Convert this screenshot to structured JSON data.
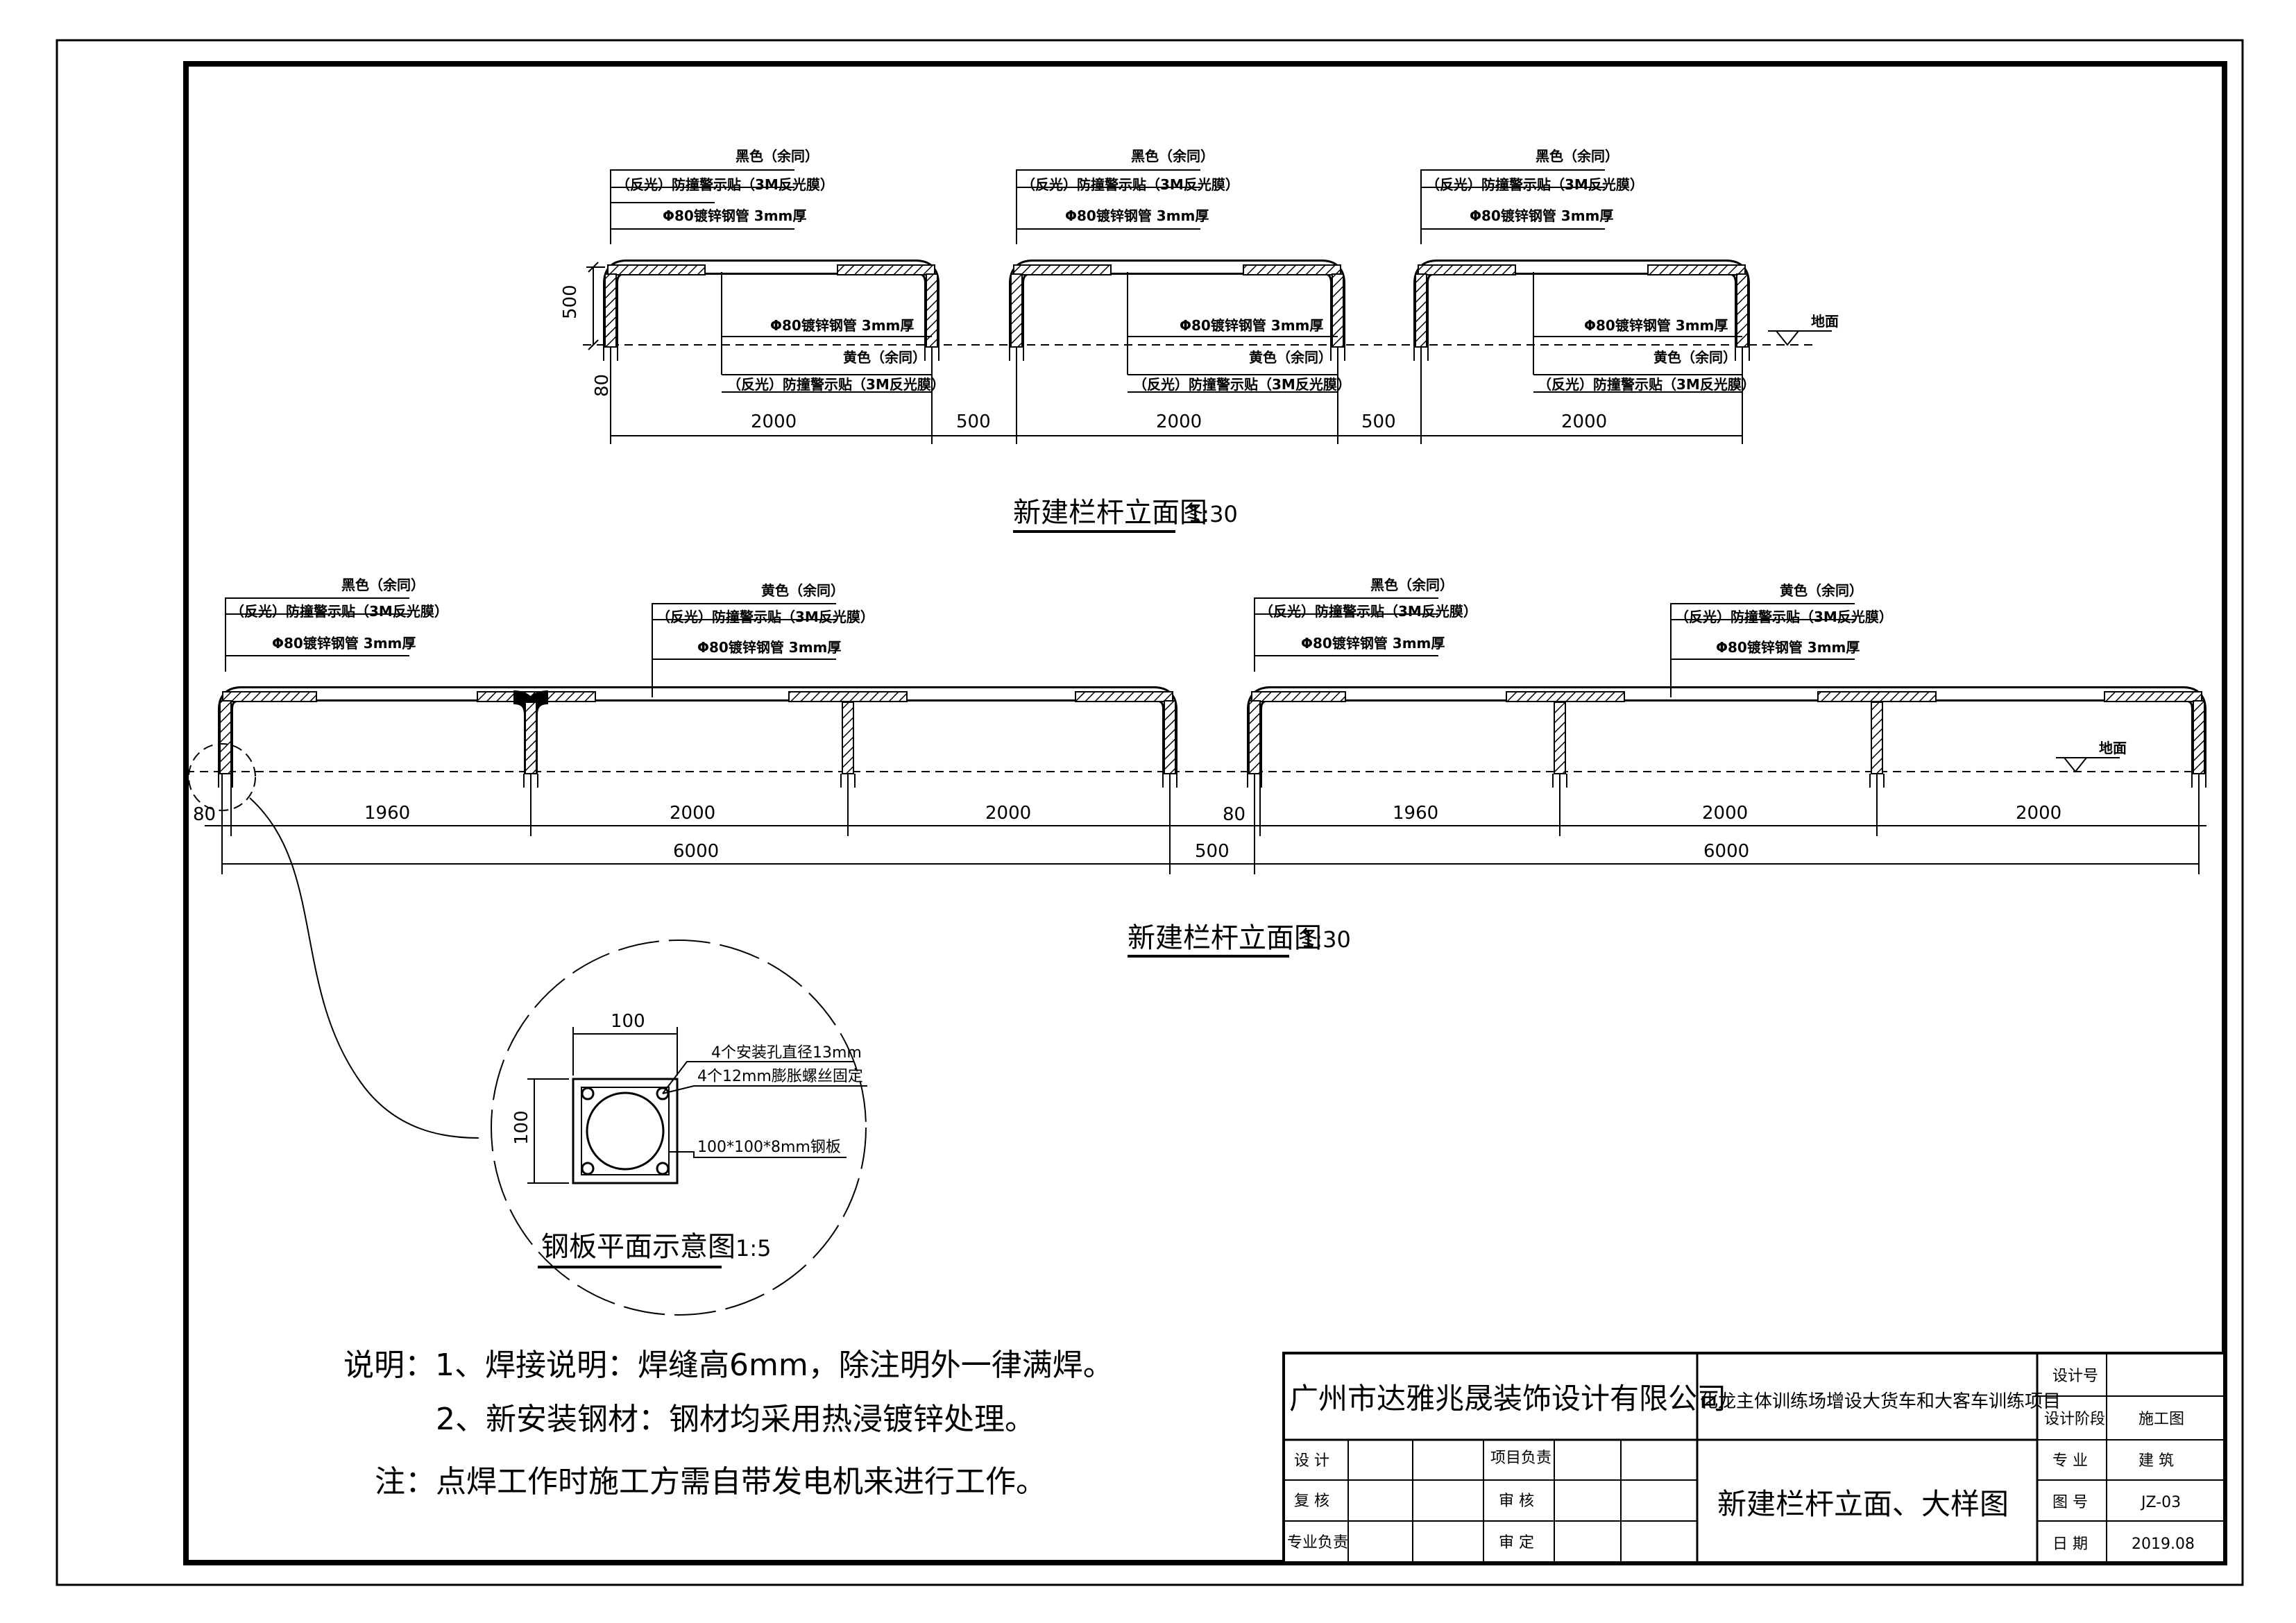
{
  "labels": {
    "black_color": "黑色（余同）",
    "yellow_color": "黄色（余同）",
    "reflective_tape": "（反光）防撞警示贴（3M反光膜）",
    "pipe_spec": "Φ80镀锌钢管 3mm厚",
    "ground": "地面"
  },
  "elevation_top": {
    "title": "新建栏杆立面图",
    "scale": "1:30",
    "dims": {
      "height": "500",
      "base": "80",
      "width": "2000",
      "gap": "500"
    }
  },
  "elevation_bottom": {
    "title": "新建栏杆立面图",
    "scale": "1:30",
    "dims": {
      "base": "80",
      "first": "1960",
      "span": "2000",
      "total": "6000",
      "gap": "500"
    }
  },
  "plate_detail": {
    "title": "钢板平面示意图",
    "scale": "1:5",
    "width": "100",
    "height": "100",
    "hole_note": "4个安装孔直径13mm",
    "bolt_note": "4个12mm膨胀螺丝固定",
    "plate_note": "100*100*8mm钢板"
  },
  "notes": {
    "line1": "说明：1、焊接说明：焊缝高6mm，除注明外一律满焊。",
    "line2": "2、新安装钢材：钢材均采用热浸镀锌处理。",
    "line3": "注：点焊工作时施工方需自带发电机来进行工作。"
  },
  "title_block": {
    "company": "广州市达雅兆晟装饰设计有限公司",
    "project": "化龙主体训练场增设大货车和大客车训练项目",
    "drawing_title": "新建栏杆立面、大样图",
    "design_no_label": "设计号",
    "design_no_value": "",
    "stage_label": "设计阶段",
    "stage_value": "施工图",
    "discipline_label": "专 业",
    "discipline_value": "建 筑",
    "drawing_no_label": "图 号",
    "drawing_no_value": "JZ-03",
    "date_label": "日 期",
    "date_value": "2019.08",
    "design_label": "设 计",
    "check_label": "复 核",
    "major_label": "专业负责",
    "project_lead_label": "项目负责",
    "review_label": "审 核",
    "approve_label": "审 定"
  }
}
